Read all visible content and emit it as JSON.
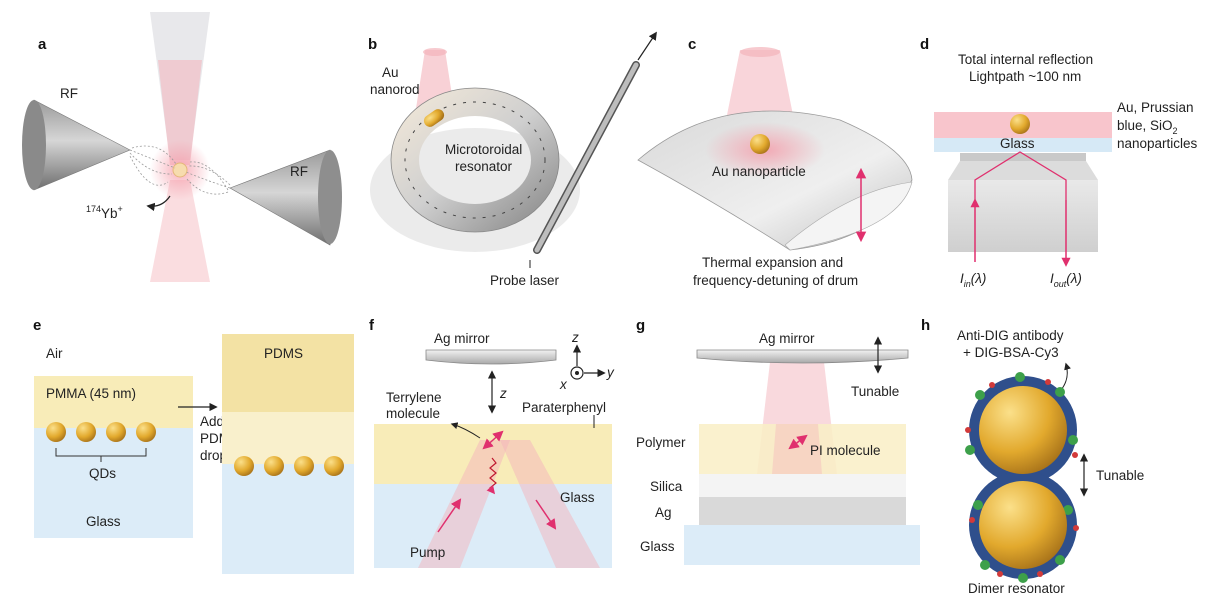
{
  "panels": {
    "a": {
      "letter": "a",
      "rf_left": "RF",
      "rf_right": "RF",
      "ion_sup": "174",
      "ion": "Yb",
      "ion_charge": "+"
    },
    "b": {
      "letter": "b",
      "nanorod_1": "Au",
      "nanorod_2": "nanorod",
      "resonator_1": "Microtoroidal",
      "resonator_2": "resonator",
      "probe": "Probe laser"
    },
    "c": {
      "letter": "c",
      "particle": "Au nanoparticle",
      "caption_1": "Thermal expansion and",
      "caption_2": "frequency-detuning of drum"
    },
    "d": {
      "letter": "d",
      "title_1": "Total internal reflection",
      "title_2": "Lightpath ~100 nm",
      "glass": "Glass",
      "np_1": "Au, Prussian",
      "np_2": "blue, SiO",
      "np_2_sub": "2",
      "np_3": "nanoparticles",
      "i_in": "I",
      "i_in_sub": "in",
      "i_in_arg": "(λ)",
      "i_out": "I",
      "i_out_sub": "out",
      "i_out_arg": "(λ)"
    },
    "e": {
      "letter": "e",
      "air": "Air",
      "pmma": "PMMA (45 nm)",
      "qds": "QDs",
      "glass": "Glass",
      "step_1": "Add",
      "step_2": "PDMS",
      "step_3": "drop",
      "pdms": "PDMS"
    },
    "f": {
      "letter": "f",
      "mirror": "Ag mirror",
      "z": "z",
      "ax_z": "z",
      "ax_x": "x",
      "ax_y": "y",
      "molecule_1": "Terrylene",
      "molecule_2": "molecule",
      "host": "Paraterphenyl",
      "glass": "Glass",
      "pump": "Pump"
    },
    "g": {
      "letter": "g",
      "mirror": "Ag mirror",
      "tunable": "Tunable",
      "polymer": "Polymer",
      "molecule": "PI molecule",
      "silica": "Silica",
      "ag": "Ag",
      "glass": "Glass"
    },
    "h": {
      "letter": "h",
      "antibody_1": "Anti-DIG antibody",
      "antibody_2": "+ DIG-BSA-Cy3",
      "tunable": "Tunable",
      "dimer": "Dimer resonator"
    }
  },
  "colors": {
    "accent": "#e0306e",
    "gold": "#e8b33c",
    "glass": "#dcecf8",
    "polymer": "#f8ecb8",
    "beam": "#f7c3c8",
    "metal": "#cccccc"
  }
}
